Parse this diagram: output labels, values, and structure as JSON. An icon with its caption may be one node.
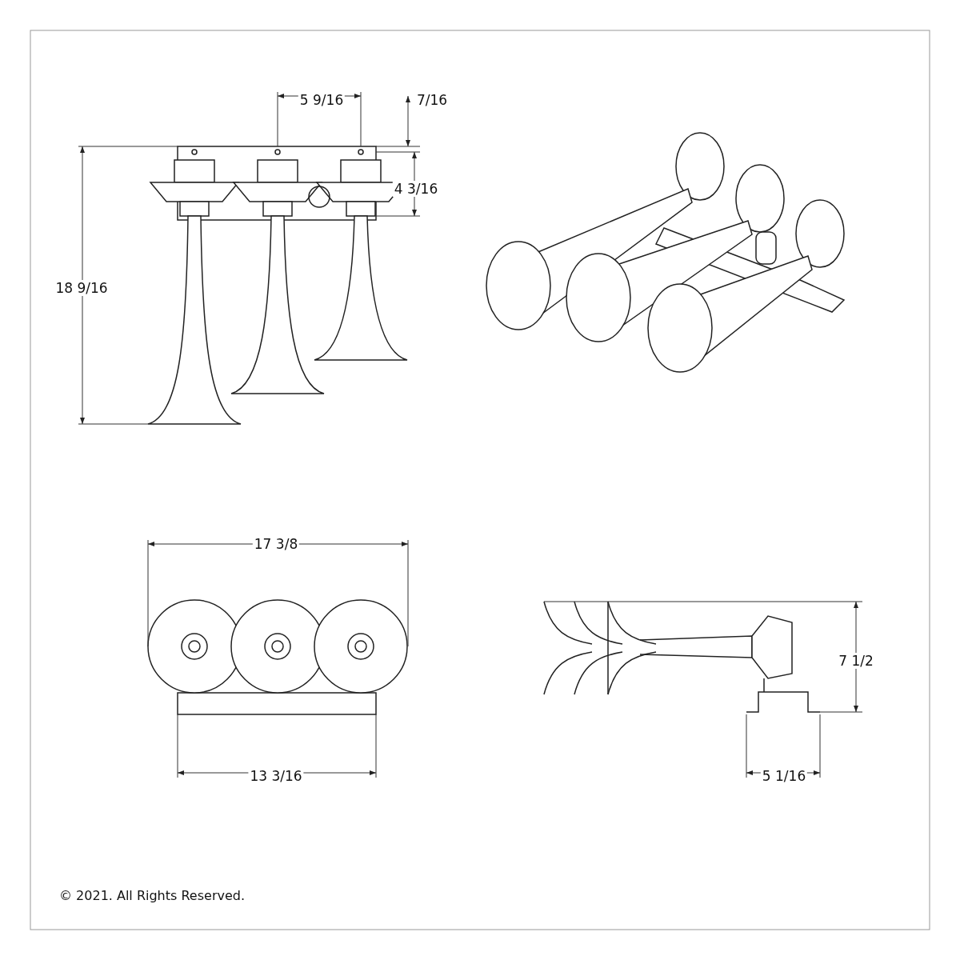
{
  "diagram": {
    "labels": [
      "5 9/16",
      "7/16",
      "4 3/16",
      "18 9/16",
      "17 3/8",
      "7 1/2",
      "13 3/16",
      "5 1/16",
      "© 2021. All Rights Reserved."
    ]
  }
}
